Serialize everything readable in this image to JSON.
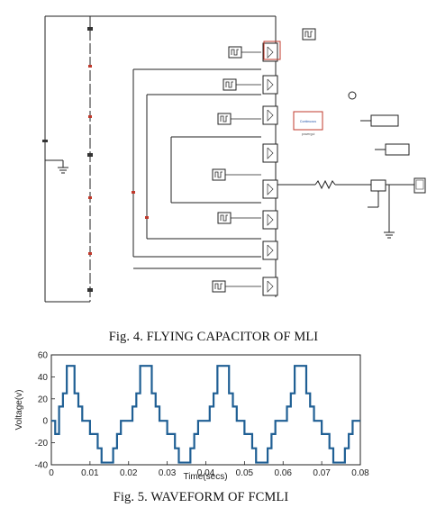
{
  "figure4": {
    "caption": "Fig. 4. FLYING CAPACITOR OF MLI",
    "block_labels": {
      "continuous": "Continuous",
      "powergui": "powergui"
    }
  },
  "figure5": {
    "caption": "Fig. 5. WAVEFORM OF FCMLI"
  },
  "chart_data": {
    "type": "line",
    "title": "",
    "xlabel": "Time(secs)",
    "ylabel": "Voltage(v)",
    "xlim": [
      0,
      0.08
    ],
    "ylim": [
      -40,
      60
    ],
    "xticks": [
      "0",
      "0.01",
      "0.02",
      "0.03",
      "0.04",
      "0.05",
      "0.06",
      "0.07",
      "0.08"
    ],
    "yticks": [
      "-40",
      "-20",
      "0",
      "20",
      "40",
      "60"
    ],
    "grid": false,
    "line_color": "#1f5f94",
    "series": [
      {
        "name": "",
        "x": [
          0,
          0.001,
          0.001,
          0.002,
          0.002,
          0.003,
          0.003,
          0.004,
          0.004,
          0.006,
          0.006,
          0.007,
          0.007,
          0.008,
          0.008,
          0.01,
          0.01,
          0.012,
          0.012,
          0.013,
          0.013,
          0.014,
          0.014,
          0.016,
          0.016,
          0.017,
          0.017,
          0.018,
          0.018,
          0.02,
          0.02,
          0.021,
          0.021,
          0.022,
          0.022,
          0.023,
          0.023,
          0.024,
          0.024,
          0.026,
          0.026,
          0.027,
          0.027,
          0.028,
          0.028,
          0.03,
          0.03,
          0.032,
          0.032,
          0.033,
          0.033,
          0.034,
          0.034,
          0.036,
          0.036,
          0.037,
          0.037,
          0.038,
          0.038,
          0.04,
          0.04,
          0.041,
          0.041,
          0.042,
          0.042,
          0.043,
          0.043,
          0.044,
          0.044,
          0.046,
          0.046,
          0.047,
          0.047,
          0.048,
          0.048,
          0.05,
          0.05,
          0.052,
          0.052,
          0.053,
          0.053,
          0.054,
          0.054,
          0.056,
          0.056,
          0.057,
          0.057,
          0.058,
          0.058,
          0.06,
          0.06,
          0.061,
          0.061,
          0.062,
          0.062,
          0.063,
          0.063,
          0.064,
          0.064,
          0.066,
          0.066,
          0.067,
          0.067,
          0.068,
          0.068,
          0.07,
          0.07,
          0.072,
          0.072,
          0.073,
          0.073,
          0.074,
          0.074,
          0.076,
          0.076,
          0.077,
          0.077,
          0.078,
          0.078,
          0.08
        ],
        "y": [
          0,
          0,
          -12,
          -12,
          13,
          13,
          25,
          25,
          50,
          50,
          25,
          25,
          13,
          13,
          0,
          0,
          -12,
          -12,
          -25,
          -25,
          -38,
          -38,
          -38,
          -38,
          -25,
          -25,
          -12,
          -12,
          0,
          0,
          0,
          0,
          13,
          13,
          25,
          25,
          50,
          50,
          50,
          50,
          25,
          25,
          13,
          13,
          0,
          0,
          -12,
          -12,
          -25,
          -25,
          -38,
          -38,
          -38,
          -38,
          -25,
          -25,
          -12,
          -12,
          0,
          0,
          0,
          0,
          13,
          13,
          25,
          25,
          50,
          50,
          50,
          50,
          25,
          25,
          13,
          13,
          0,
          0,
          -12,
          -12,
          -25,
          -25,
          -38,
          -38,
          -38,
          -38,
          -25,
          -25,
          -12,
          -12,
          0,
          0,
          0,
          0,
          13,
          13,
          25,
          25,
          50,
          50,
          50,
          50,
          25,
          25,
          13,
          13,
          0,
          0,
          -12,
          -12,
          -25,
          -25,
          -38,
          -38,
          -38,
          -38,
          -25,
          -25,
          -12,
          -12,
          0,
          0
        ]
      }
    ]
  }
}
